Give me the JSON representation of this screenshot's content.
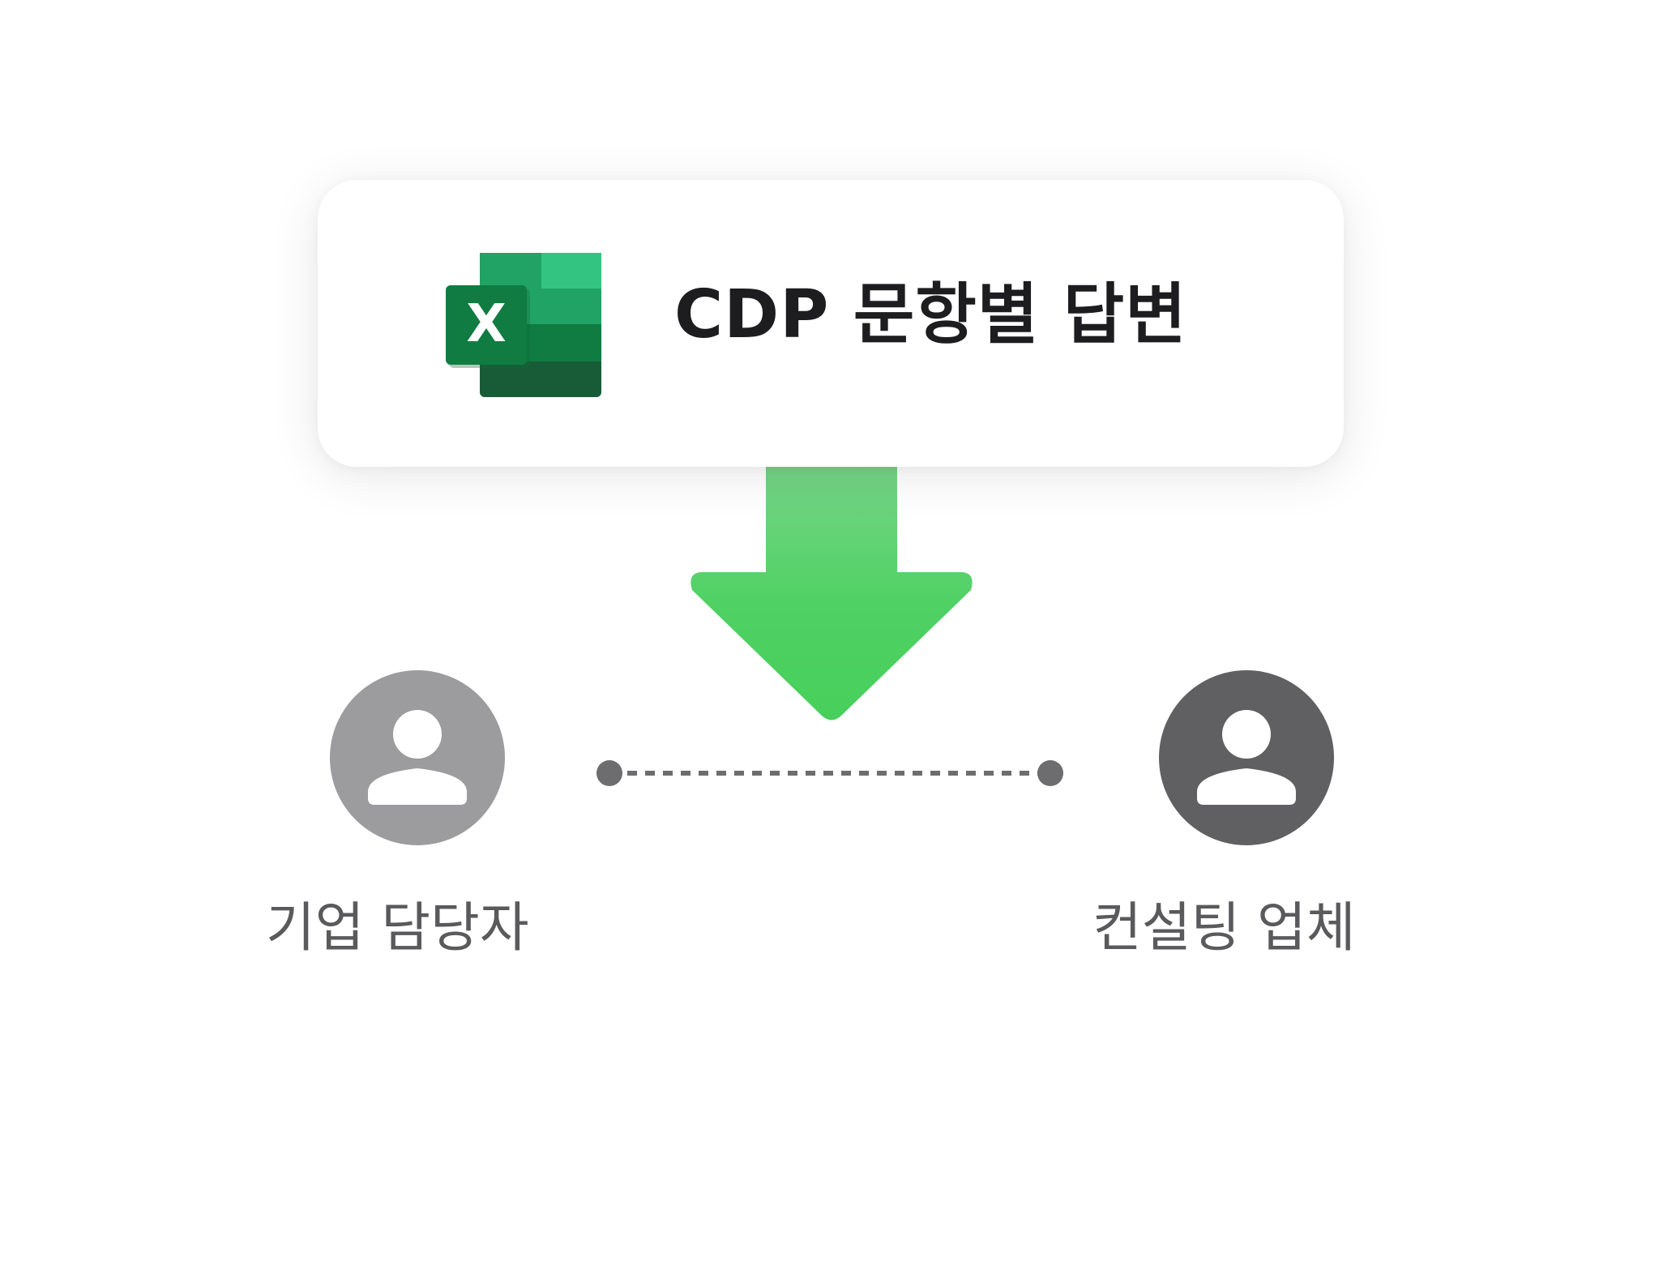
{
  "card": {
    "icon": "excel-icon",
    "title": "CDP 문항별 답변"
  },
  "arrow": {
    "icon": "download-arrow-icon",
    "color_top": "#72d884",
    "color_bottom": "#4ad15c"
  },
  "left_person": {
    "icon": "person-icon",
    "color": "#9c9c9e",
    "label": "기업 담당자"
  },
  "right_person": {
    "icon": "person-icon",
    "color": "#606062",
    "label": "컨설팅 업체"
  },
  "connector": {
    "style": "dashed",
    "color": "#6d6d70"
  }
}
